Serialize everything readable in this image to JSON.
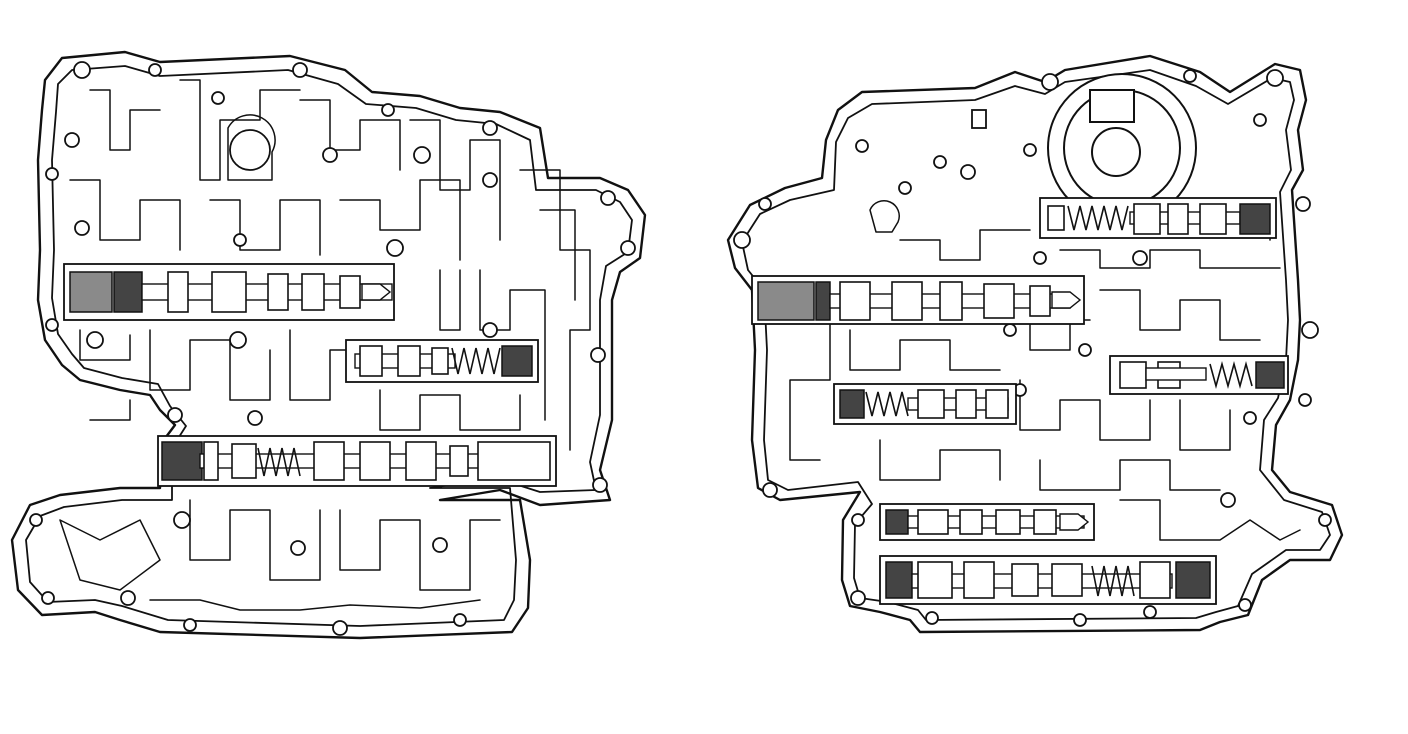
{
  "figure": {
    "kind": "technical-line-drawing",
    "colors": {
      "line": "#111111",
      "background": "#ffffff",
      "plug_fill": "#444444",
      "plug_grey": "#8a8a8a"
    }
  },
  "views": [
    {
      "name": "valve-body-left-view",
      "bores": 3,
      "mounting_holes": 34
    },
    {
      "name": "valve-body-right-view",
      "bores": 6,
      "mounting_holes": 30
    }
  ]
}
